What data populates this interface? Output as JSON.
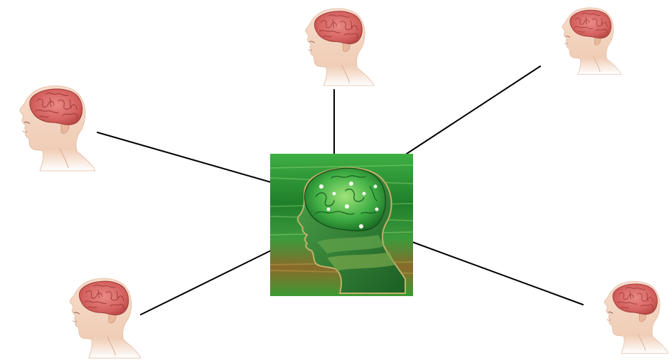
{
  "diagram": {
    "type": "hub-and-spoke",
    "background": "#ffffff",
    "connector_color": "#000000",
    "hub": {
      "icon": "collective-mind-head-icon",
      "colors": {
        "primary": "#2f9a3a",
        "light": "#8fdc6a",
        "dark": "#0f4a17",
        "earth": "#8a6a2a"
      }
    },
    "nodes": [
      {
        "id": "top-left",
        "icon": "human-head-brain-icon"
      },
      {
        "id": "top-center",
        "icon": "human-head-brain-icon"
      },
      {
        "id": "top-right",
        "icon": "human-head-brain-icon"
      },
      {
        "id": "bottom-left",
        "icon": "human-head-brain-icon"
      },
      {
        "id": "bottom-right",
        "icon": "human-head-brain-icon"
      }
    ],
    "head_colors": {
      "skin": "#f4d7c4",
      "skin_shadow": "#d9ab8d",
      "brain": "#d96a6a",
      "brain_dark": "#a83c3c"
    }
  }
}
